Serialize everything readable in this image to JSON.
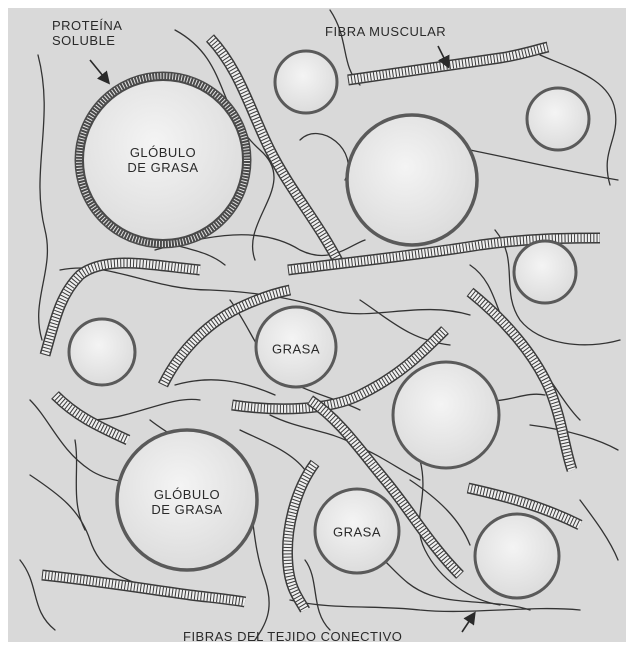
{
  "labels": {
    "soluble_protein_line1": "PROTEÍNA",
    "soluble_protein_line2": "SOLUBLE",
    "muscle_fiber": "FIBRA MUSCULAR",
    "connective_fibers": "FIBRAS DEL TEJIDO CONECTIVO",
    "fat_globule_1_line1": "GLÓBULO",
    "fat_globule_1_line2": "DE GRASA",
    "fat_globule_2_line1": "GLÓBULO",
    "fat_globule_2_line2": "DE GRASA",
    "fat_1": "GRASA",
    "fat_2": "GRASA"
  },
  "colors": {
    "background": "#ffffff",
    "panel": "#d9d9d9",
    "globule_fill": "#e9e9e9",
    "globule_ring": "#5a5a5a",
    "fiber_stroke": "#3a3a3a",
    "thread": "#333333",
    "text": "#2a2a2a"
  },
  "icons": [
    "arrow-icon"
  ]
}
